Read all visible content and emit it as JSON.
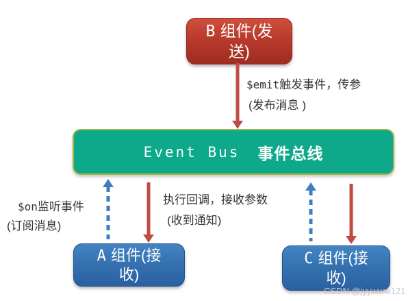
{
  "nodes": {
    "sender_b": {
      "letter": "B",
      "label": "组件(发送)"
    },
    "bus": {
      "title_en": "Event Bus",
      "title_cn": "事件总线"
    },
    "receiver_a": {
      "letter": "A",
      "label": "组件(接收)"
    },
    "receiver_c": {
      "letter": "C",
      "label": "组件(接收)"
    }
  },
  "edge_labels": {
    "emit": {
      "code": "$emit",
      "text": "触发事件，传参",
      "note": "(发布消息 )"
    },
    "on": {
      "code": "$on",
      "text": "监听事件",
      "note": "(订阅消息)"
    },
    "callback": {
      "text": "执行回调，接收参数",
      "note": "(收到通知)"
    }
  },
  "colors": {
    "sender_red": "#b93a2b",
    "receiver_blue": "#3572b0",
    "bus_teal": "#0ea98a",
    "bus_border": "#a4b54a",
    "arrow_red": "#bf4b45",
    "arrow_blue": "#3f7dbf",
    "label_text": "#353535"
  },
  "watermark": "CSDN @jyywww121"
}
